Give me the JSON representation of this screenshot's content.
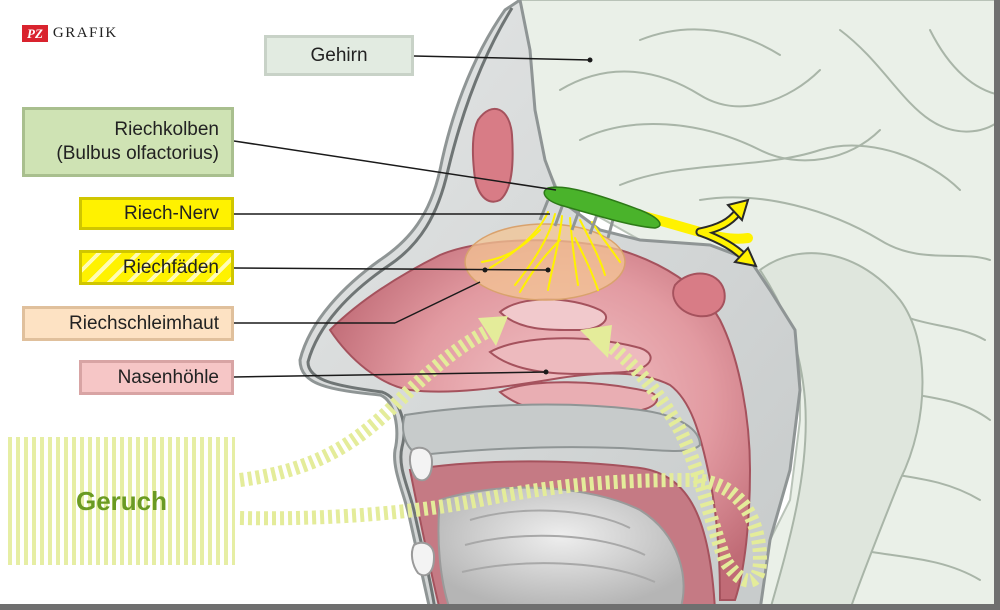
{
  "brand": {
    "badge": "PZ",
    "label": "GRAFIK"
  },
  "labels": {
    "gehirn": "Gehirn",
    "riechkolben_line1": "Riechkolben",
    "riechkolben_line2": "(Bulbus olfactorius)",
    "riech_nerv": "Riech-Nerv",
    "riechfaeden": "Riechfäden",
    "riechschleimhaut": "Riechschleimhaut",
    "nasenhoehle": "Nasenhöhle",
    "geruch": "Geruch"
  },
  "colors": {
    "brain": "#e9efe7",
    "bone": "#d3d6d6",
    "bone_outline": "#9aa0a0",
    "cavity": "#d98b93",
    "cavity_light": "#eab3b8",
    "mucosa": "#f0c08c",
    "olfactory_bulb": "#4ab32b",
    "nerve": "#fff200",
    "smell_arrow": "#e4ec9a",
    "brand_red": "#d9232e"
  }
}
